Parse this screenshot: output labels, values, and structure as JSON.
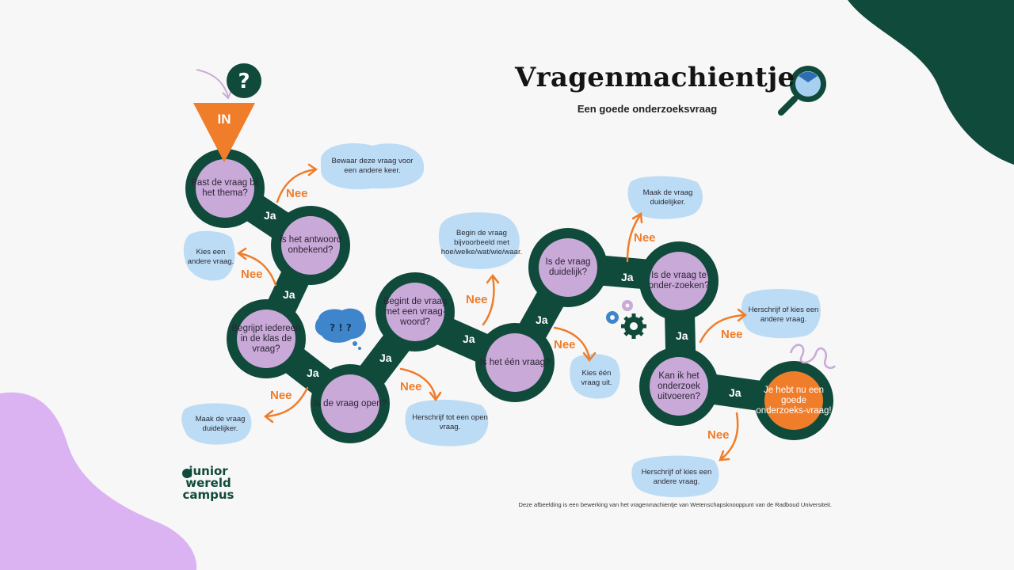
{
  "title": "Vragenmachientje",
  "subtitle": "Een goede onderzoeksvraag",
  "in_label": "IN",
  "questions": [
    "Past de vraag bij het thema?",
    "Is het antwoord onbekend?",
    "Begrijpt iedereen in de klas de vraag?",
    "Is de vraag open?",
    "Begint de vraag met een vraag-woord?",
    "Is het één vraag?",
    "Is de vraag duidelijk?",
    "Is de vraag te onder-zoeken?",
    "Kan ik het onderzoek uitvoeren?",
    "Je hebt nu een goede onderzoeks-vraag!"
  ],
  "clouds": [
    "Bewaar deze vraag voor een andere keer.",
    "Kies een andere vraag.",
    "Maak de vraag duidelijker.",
    "Herschrijf tot een open vraag.",
    "Begin de vraag bijvoorbeeld met hoe/welke/wat/wie/waar.",
    "Kies één vraag uit.",
    "Maak de vraag duidelijker.",
    "Herschrijf of kies een andere vraag.",
    "Herschrijf of kies een andere vraag."
  ],
  "ja_label": "Ja",
  "nee_label": "Nee",
  "credit": "Deze afbeelding is een bewerking van het vragenmachientje van Wetenschapsknooppunt van de Radboud Universiteit.",
  "logo": {
    "line1": "junior",
    "line2": "wereld",
    "line3": "campus"
  },
  "colors": {
    "dark_green": "#0f4a3a",
    "lilac": "#c9a9d8",
    "orange": "#ef7d2a",
    "cloud_blue": "#bcdcf5",
    "purple_blob": "#dcb3f2"
  }
}
